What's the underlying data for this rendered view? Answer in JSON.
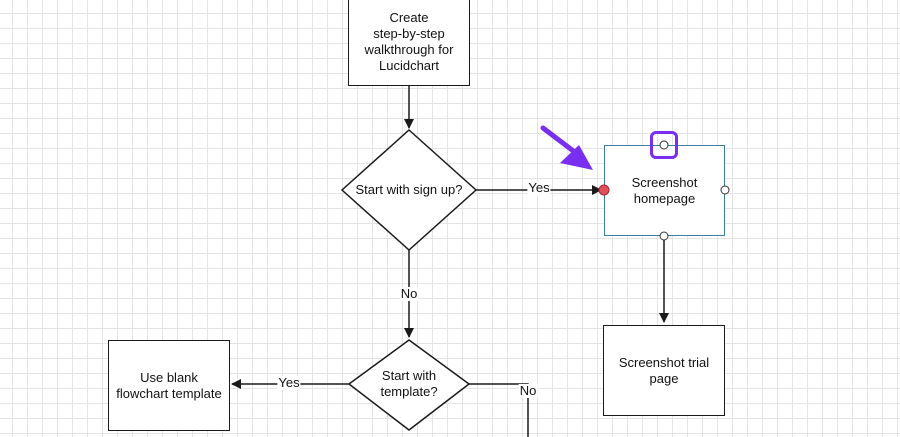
{
  "nodes": {
    "create_walkthrough": "Create\nstep-by-step\nwalkthrough for\nLucidchart",
    "start_with_sign_up": "Start with sign up?",
    "screenshot_homepage": "Screenshot\nhomepage",
    "screenshot_trial_page": "Screenshot trial\npage",
    "start_with_template": "Start with\ntemplate?",
    "use_blank_template": "Use blank\nflowchart template"
  },
  "edge_labels": {
    "signup_yes": "Yes",
    "signup_no": "No",
    "template_yes": "Yes",
    "template_no": "No"
  },
  "colors": {
    "shape_stroke": "#1a1a1a",
    "selected_stroke": "#3a7ea2",
    "active_connection_point": "#e0505a",
    "pointer_arrow": "#7a2ff0",
    "grid": "#e4e4e4"
  },
  "annotation": {
    "pointer_icon": "pointer-arrow-icon",
    "highlight": "connection-point-highlight"
  }
}
